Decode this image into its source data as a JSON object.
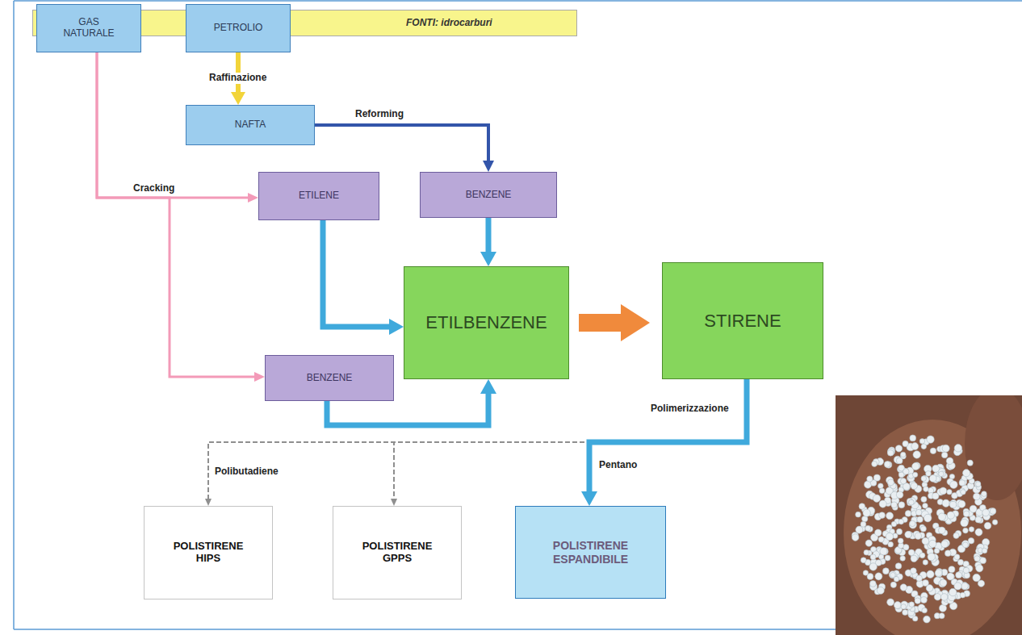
{
  "diagram": {
    "nodes": [
      {
        "text": [
          "FONTI: idrocarburi"
        ]
      },
      {
        "text": [
          "GAS NATURALE"
        ]
      },
      {
        "text": [
          "PETROLIO"
        ]
      },
      {
        "text": [
          "NAFTA"
        ]
      },
      {
        "text": [
          "ETILENE"
        ]
      },
      {
        "text": [
          "BENZENE"
        ]
      },
      {
        "text": [
          "ETILBENZENE"
        ]
      },
      {
        "text": [
          "STIRENE"
        ]
      },
      {
        "text": [
          "BENZENE"
        ]
      },
      {
        "text": [
          "POLISTIRENE HIPS"
        ]
      },
      {
        "text": [
          "POLISTIRENE GPPS"
        ]
      },
      {
        "text": [
          "POLISTIRENE ESPANDIBILE"
        ]
      }
    ],
    "edges": [
      {
        "from": 2,
        "to": 3,
        "label": "Raffinazione",
        "arrow": "to"
      },
      {
        "from": 3,
        "to": 5,
        "label": "Reforming",
        "arrow": "to"
      },
      {
        "from": 1,
        "to": 4,
        "label": "Cracking",
        "arrow": "to"
      },
      {
        "from": 1,
        "to": 8,
        "arrow": "to"
      },
      {
        "from": 4,
        "to": 6,
        "arrow": "to"
      },
      {
        "from": 5,
        "to": 6,
        "arrow": "to"
      },
      {
        "from": 8,
        "to": 6,
        "arrow": "to"
      },
      {
        "from": 6,
        "to": 7,
        "arrow": "to"
      },
      {
        "from": 7,
        "to": 11,
        "label": "Pentano",
        "arrow": "to"
      },
      {
        "from": 7,
        "to": 9,
        "label": "Polibutadiene",
        "arrow": "to"
      },
      {
        "from": 7,
        "to": 10,
        "arrow": "to"
      }
    ],
    "labels": [
      "Polimerizzazione"
    ]
  }
}
